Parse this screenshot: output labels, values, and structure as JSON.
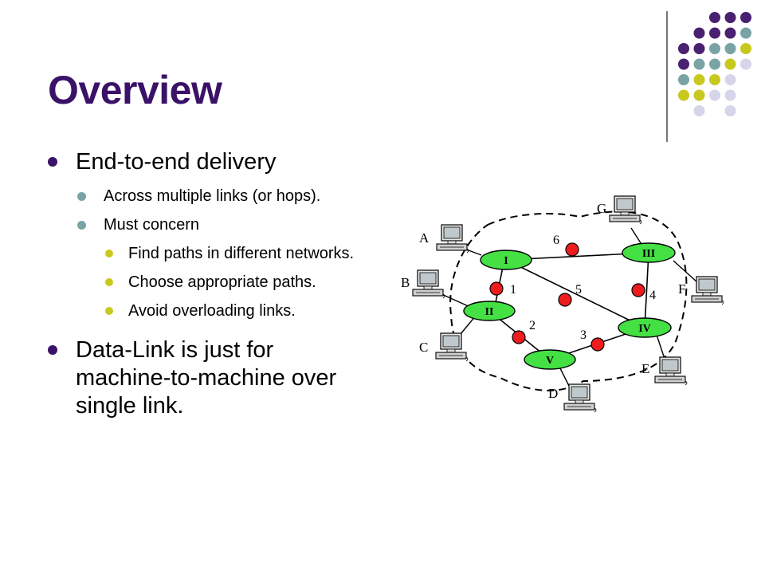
{
  "slide": {
    "title": "Overview",
    "bullets": [
      "End-to-end delivery",
      "Across multiple links (or hops).",
      "Must concern",
      "Find paths in different networks.",
      "Choose appropriate paths.",
      "Avoid overloading links.",
      "Data-Link is just for machine-to-machine over single link."
    ]
  },
  "diagram": {
    "routers": [
      "I",
      "II",
      "III",
      "IV",
      "V"
    ],
    "links": [
      "1",
      "2",
      "3",
      "4",
      "5",
      "6"
    ],
    "hosts": [
      "A",
      "B",
      "C",
      "D",
      "E",
      "F",
      "G"
    ]
  },
  "colors": {
    "title": "#3a1267",
    "purple": "#4a2070",
    "teal": "#7aa3a5",
    "olive": "#c8c81f",
    "lavender": "#d6d6ea",
    "router_fill": "#44e044",
    "link_node": "#ee1c1c"
  }
}
